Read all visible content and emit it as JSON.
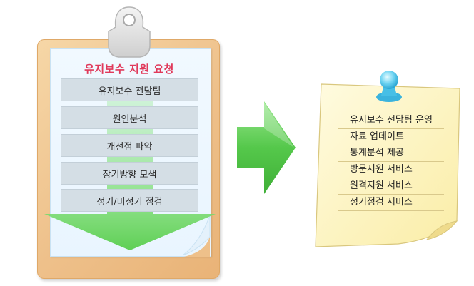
{
  "request": {
    "title": "유지보수 지원 요청",
    "steps": [
      "유지보수 전담팀",
      "원인분석",
      "개선점 파악",
      "장기방향 모색",
      "정기/비정기 점검"
    ]
  },
  "services": {
    "items": [
      "유지보수 전담팀 운영",
      "자료 업데이트",
      "통계분석 제공",
      "방문지원 서비스",
      "원격지원 서비스",
      "정기점검 서비스"
    ]
  },
  "colors": {
    "title": "#e0395a",
    "arrow": "#63d35a",
    "clipboard": "#eec08a",
    "note": "#fdf6c4"
  }
}
